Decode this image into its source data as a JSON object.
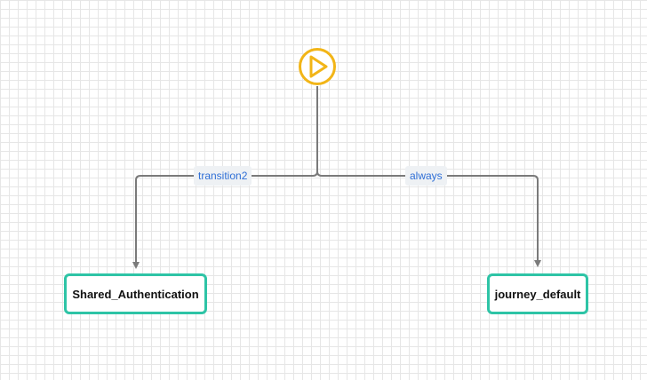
{
  "canvas": {
    "grid_color": "#e6e6e6",
    "background": "#ffffff"
  },
  "start_node": {
    "icon": "play-icon",
    "color": "#f2b517"
  },
  "edges": [
    {
      "label": "transition2",
      "target": "Shared_Authentication"
    },
    {
      "label": "always",
      "target": "journey_default"
    }
  ],
  "nodes": [
    {
      "name": "Shared_Authentication"
    },
    {
      "name": "journey_default"
    }
  ],
  "colors": {
    "node_border": "#2ec4a6",
    "edge_line": "#7a7a7a",
    "edge_label_text": "#2f6fd6",
    "edge_label_bg": "#eef1f4"
  }
}
